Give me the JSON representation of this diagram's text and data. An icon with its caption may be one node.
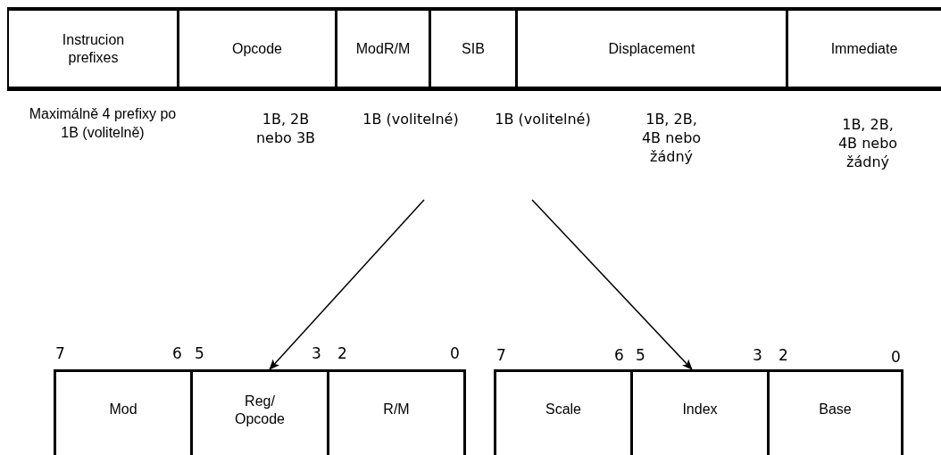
{
  "diagram": {
    "nodes": [
      {
        "text": [
          "Instrucion prefixes"
        ],
        "beside": [
          "Maximálně 4 prefixy po 1B (volitelně)"
        ]
      },
      {
        "text": [
          "Opcode"
        ],
        "beside": [
          "1B, 2B nebo 3B"
        ]
      },
      {
        "text": [
          "ModR/M"
        ],
        "beside": [
          "1B (volitelné)"
        ]
      },
      {
        "text": [
          "SIB"
        ],
        "beside": [
          "1B (volitelné)"
        ]
      },
      {
        "text": [
          "Displacement"
        ],
        "beside": [
          "1B, 2B, 4B nebo žádný"
        ]
      },
      {
        "text": [
          "Immediate"
        ],
        "beside": [
          "1B, 2B, 4B nebo žádný"
        ]
      },
      {
        "text": [
          "Mod"
        ]
      },
      {
        "text": [
          "Reg/ Opcode"
        ]
      },
      {
        "text": [
          "R/M"
        ]
      },
      {
        "text": [
          "Scale"
        ]
      },
      {
        "text": [
          "Index"
        ]
      },
      {
        "text": [
          "Base"
        ]
      }
    ],
    "edges": [
      {
        "from": null,
        "to": 7,
        "arrow": "to"
      },
      {
        "from": null,
        "to": 10,
        "arrow": "to"
      }
    ],
    "labels": [
      "7",
      "6",
      "5",
      "3",
      "2",
      "0",
      "7",
      "6",
      "5",
      "3",
      "2",
      "0"
    ]
  }
}
